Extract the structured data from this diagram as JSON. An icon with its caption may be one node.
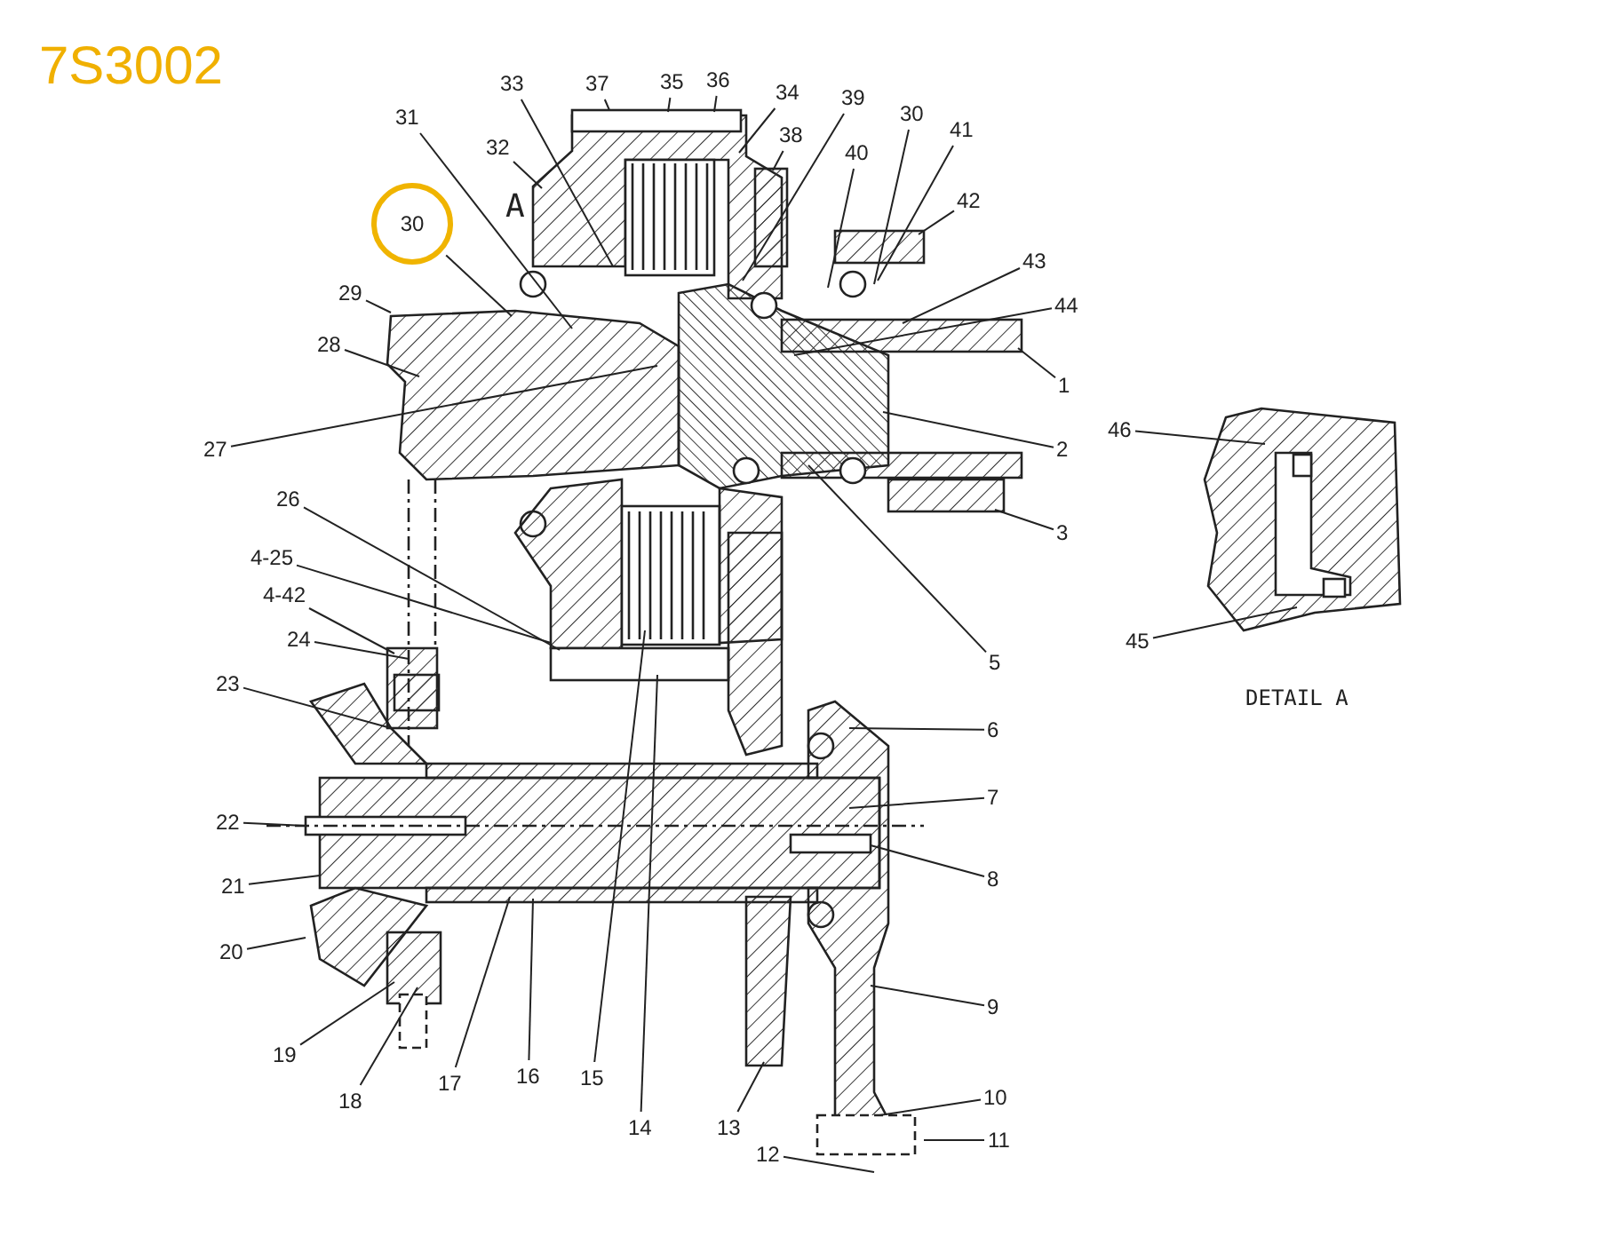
{
  "diagram": {
    "title": "7S3002",
    "nodes": [
      {
        "text": [
          "33"
        ]
      },
      {
        "text": [
          "37"
        ]
      },
      {
        "text": [
          "35"
        ]
      },
      {
        "text": [
          "36"
        ]
      },
      {
        "text": [
          "34"
        ]
      },
      {
        "text": [
          "39"
        ]
      },
      {
        "text": [
          "30"
        ]
      },
      {
        "text": [
          "31"
        ]
      },
      {
        "text": [
          "41"
        ]
      },
      {
        "text": [
          "38"
        ]
      },
      {
        "text": [
          "32"
        ]
      },
      {
        "text": [
          "40"
        ]
      },
      {
        "text": [
          "42"
        ]
      },
      {
        "text": [
          "30"
        ]
      },
      {
        "text": [
          "43"
        ]
      },
      {
        "text": [
          "29"
        ]
      },
      {
        "text": [
          "44"
        ]
      },
      {
        "text": [
          "28"
        ]
      },
      {
        "text": [
          "1"
        ]
      },
      {
        "text": [
          "46"
        ]
      },
      {
        "text": [
          "27"
        ]
      },
      {
        "text": [
          "2"
        ]
      },
      {
        "text": [
          "26"
        ]
      },
      {
        "text": [
          "3"
        ]
      },
      {
        "text": [
          "4-25"
        ]
      },
      {
        "text": [
          "4-42"
        ]
      },
      {
        "text": [
          "24"
        ]
      },
      {
        "text": [
          "45"
        ]
      },
      {
        "text": [
          "5"
        ]
      },
      {
        "text": [
          "23"
        ]
      },
      {
        "text": [
          "6"
        ]
      },
      {
        "text": [
          "7"
        ]
      },
      {
        "text": [
          "22"
        ]
      },
      {
        "text": [
          "8"
        ]
      },
      {
        "text": [
          "21"
        ]
      },
      {
        "text": [
          "20"
        ]
      },
      {
        "text": [
          "9"
        ]
      },
      {
        "text": [
          "19"
        ]
      },
      {
        "text": [
          "10"
        ]
      },
      {
        "text": [
          "18"
        ]
      },
      {
        "text": [
          "17"
        ]
      },
      {
        "text": [
          "16"
        ]
      },
      {
        "text": [
          "15"
        ]
      },
      {
        "text": [
          "14"
        ]
      },
      {
        "text": [
          "13"
        ]
      },
      {
        "text": [
          "11"
        ]
      },
      {
        "text": [
          "12"
        ]
      }
    ],
    "edges": [
      {
        "from": 0,
        "to": null,
        "arrow": "none"
      },
      {
        "from": 1,
        "to": null,
        "arrow": "none"
      },
      {
        "from": 2,
        "to": null,
        "arrow": "none"
      },
      {
        "from": 3,
        "to": null,
        "arrow": "none"
      },
      {
        "from": 4,
        "to": null,
        "arrow": "none"
      },
      {
        "from": 5,
        "to": null,
        "arrow": "none"
      },
      {
        "from": 6,
        "to": null,
        "arrow": "none"
      },
      {
        "from": 7,
        "to": null,
        "arrow": "none"
      },
      {
        "from": 8,
        "to": null,
        "arrow": "none"
      },
      {
        "from": 9,
        "to": null,
        "arrow": "none"
      },
      {
        "from": 10,
        "to": null,
        "arrow": "none"
      },
      {
        "from": 11,
        "to": null,
        "arrow": "none"
      },
      {
        "from": 12,
        "to": null,
        "arrow": "none"
      },
      {
        "from": 13,
        "to": null,
        "arrow": "none"
      },
      {
        "from": 14,
        "to": null,
        "arrow": "none"
      },
      {
        "from": 15,
        "to": null,
        "arrow": "none"
      },
      {
        "from": 16,
        "to": null,
        "arrow": "none"
      },
      {
        "from": 17,
        "to": null,
        "arrow": "none"
      },
      {
        "from": 18,
        "to": null,
        "arrow": "none"
      },
      {
        "from": 19,
        "to": null,
        "arrow": "none"
      },
      {
        "from": 20,
        "to": null,
        "arrow": "none"
      },
      {
        "from": 21,
        "to": null,
        "arrow": "none"
      },
      {
        "from": 22,
        "to": null,
        "arrow": "none"
      },
      {
        "from": 23,
        "to": null,
        "arrow": "none"
      },
      {
        "from": 24,
        "to": null,
        "arrow": "none"
      },
      {
        "from": 25,
        "to": null,
        "arrow": "none"
      },
      {
        "from": 26,
        "to": null,
        "arrow": "none"
      },
      {
        "from": 27,
        "to": null,
        "arrow": "none"
      },
      {
        "from": 28,
        "to": null,
        "arrow": "none"
      },
      {
        "from": 29,
        "to": null,
        "arrow": "none"
      },
      {
        "from": 30,
        "to": null,
        "arrow": "none"
      },
      {
        "from": 31,
        "to": null,
        "arrow": "none"
      },
      {
        "from": 32,
        "to": null,
        "arrow": "none"
      },
      {
        "from": 33,
        "to": null,
        "arrow": "none"
      },
      {
        "from": 34,
        "to": null,
        "arrow": "none"
      },
      {
        "from": 35,
        "to": null,
        "arrow": "none"
      },
      {
        "from": 36,
        "to": null,
        "arrow": "none"
      },
      {
        "from": 37,
        "to": null,
        "arrow": "none"
      },
      {
        "from": 38,
        "to": null,
        "arrow": "none"
      },
      {
        "from": 39,
        "to": null,
        "arrow": "none"
      },
      {
        "from": 40,
        "to": null,
        "arrow": "none"
      },
      {
        "from": 41,
        "to": null,
        "arrow": "none"
      },
      {
        "from": 42,
        "to": null,
        "arrow": "none"
      },
      {
        "from": 43,
        "to": null,
        "arrow": "none"
      },
      {
        "from": 44,
        "to": null,
        "arrow": "none"
      },
      {
        "from": 45,
        "to": null,
        "arrow": "none"
      },
      {
        "from": 46,
        "to": null,
        "arrow": "none"
      }
    ],
    "labels": [
      "A",
      "DETAIL A"
    ]
  }
}
